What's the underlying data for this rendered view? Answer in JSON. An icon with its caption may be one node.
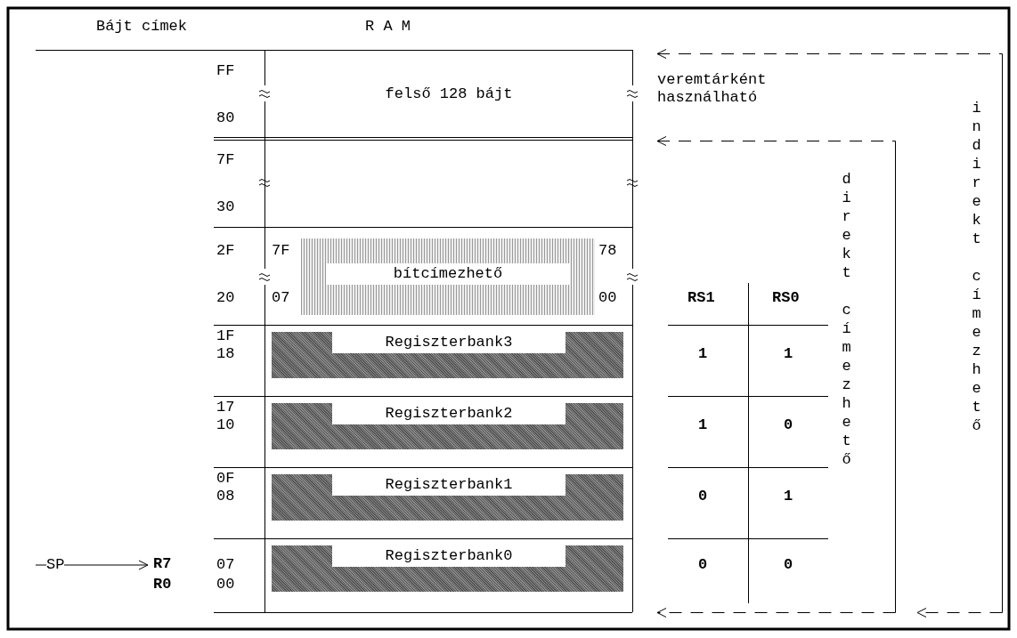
{
  "diagram": {
    "nodes": [
      {
        "text": [
          "felső 128 bájt"
        ]
      },
      {
        "text": [],
        "shape": "box"
      },
      {
        "text": [
          "bítcímezhető"
        ],
        "beside": [
          "7F",
          "78",
          "07",
          "00"
        ]
      },
      {
        "text": [
          "Regiszterbank3"
        ]
      },
      {
        "text": [
          "Regiszterbank2"
        ]
      },
      {
        "text": [
          "Regiszterbank1"
        ]
      },
      {
        "text": [
          "Regiszterbank0"
        ]
      },
      {
        "text": [
          "R7"
        ]
      }
    ],
    "edges": [
      {
        "from": null,
        "to": 7,
        "arrow": "to",
        "label": "SP"
      }
    ],
    "labels": [
      "Bájt címek",
      "R A M",
      "veremtárként használható",
      "indirekt címezhető",
      "FF",
      "80",
      "7F",
      "30",
      "direkt címezhető",
      "2F",
      "20",
      "RS1",
      "RS0",
      "1F",
      "18",
      "1",
      "1",
      "17",
      "10",
      "1",
      "0",
      "0F",
      "08",
      "0",
      "1",
      "07",
      "00",
      "0",
      "0",
      "R0"
    ]
  }
}
